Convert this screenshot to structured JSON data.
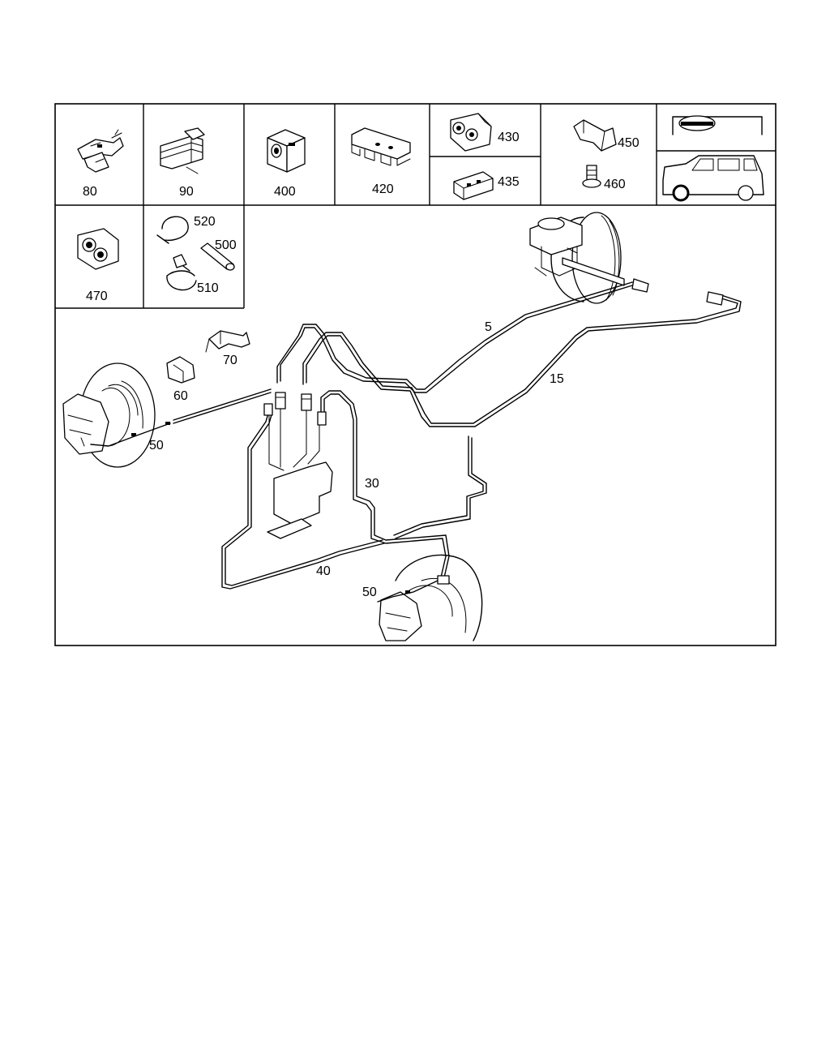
{
  "callouts": {
    "c80": "80",
    "c90": "90",
    "c400": "400",
    "c420": "420",
    "c430": "430",
    "c435": "435",
    "c450": "450",
    "c460": "460",
    "c470": "470",
    "c520": "520",
    "c500": "500",
    "c510": "510",
    "c5": "5",
    "c15": "15",
    "c70": "70",
    "c60": "60",
    "c50a": "50",
    "c30": "30",
    "c40": "40",
    "c50b": "50"
  },
  "icons": [
    "clip-80",
    "bracket-90",
    "block-400",
    "holder-420",
    "clip-430",
    "clip-435",
    "bracket-450",
    "plug-460",
    "orientation-top",
    "orientation-vehicle",
    "clip-470",
    "clamp-520",
    "sleeve-500",
    "clamp-510",
    "brake-booster",
    "abs-unit",
    "bracket-70",
    "clip-60",
    "brake-disc-front",
    "brake-disc-rear"
  ],
  "colors": {
    "line": "#000000",
    "background": "#ffffff"
  }
}
